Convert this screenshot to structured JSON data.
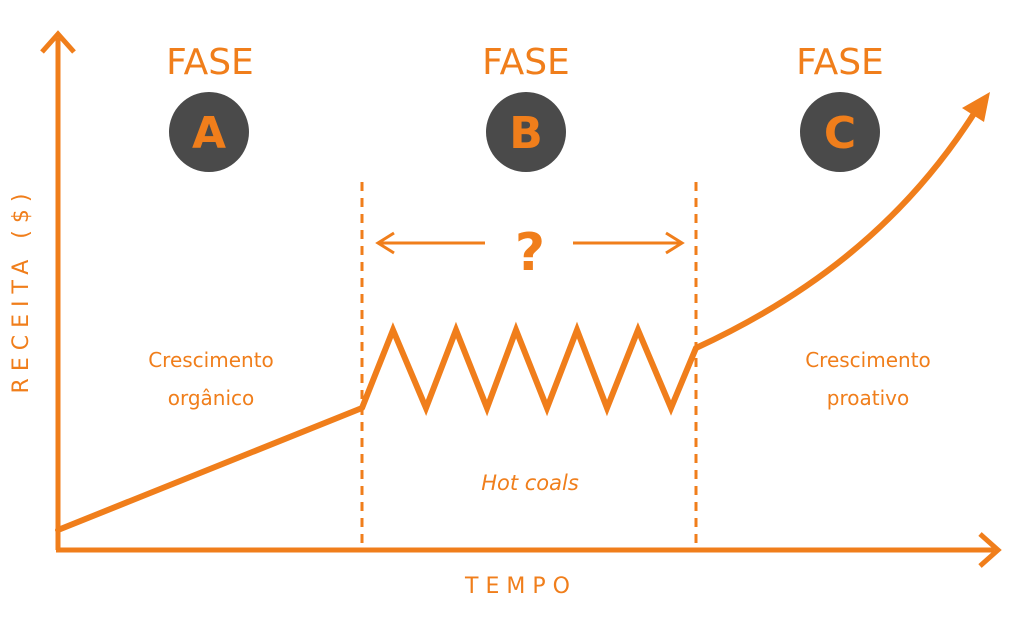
{
  "axes": {
    "y_label": "RECEITA ($)",
    "x_label": "TEMPO"
  },
  "phases": [
    {
      "heading": "FASE",
      "letter": "A",
      "description": [
        "Crescimento",
        "orgânico"
      ]
    },
    {
      "heading": "FASE",
      "letter": "B",
      "description": [],
      "question": "?",
      "note": "Hot coals"
    },
    {
      "heading": "FASE",
      "letter": "C",
      "description": [
        "Crescimento",
        "proativo"
      ]
    }
  ],
  "colors": {
    "accent": "#f07e1b",
    "badge": "#4a4a4a"
  }
}
